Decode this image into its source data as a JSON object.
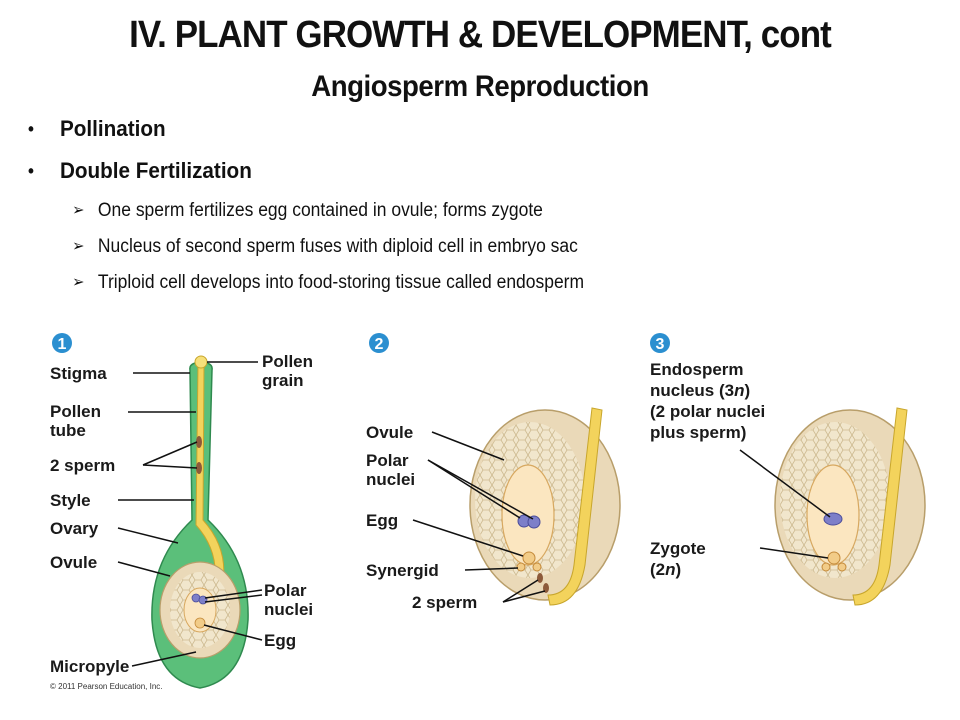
{
  "header": {
    "title": "IV.  PLANT GROWTH & DEVELOPMENT, cont",
    "subtitle": "Angiosperm Reproduction"
  },
  "bullets": [
    {
      "label": "Pollination"
    },
    {
      "label": "Double Fertilization",
      "subitems": [
        "One sperm fertilizes egg contained in ovule; forms zygote",
        "Nucleus of second sperm fuses with diploid cell in embryo sac",
        "Triploid cell develops into food-storing tissue called endosperm"
      ]
    }
  ],
  "figure": {
    "panel1": {
      "number": "1",
      "labels": {
        "stigma": "Stigma",
        "pollen_grain_1": "Pollen",
        "pollen_grain_2": "grain",
        "pollen_tube_1": "Pollen",
        "pollen_tube_2": "tube",
        "two_sperm": "2 sperm",
        "style": "Style",
        "ovary": "Ovary",
        "ovule": "Ovule",
        "polar_nuclei_1": "Polar",
        "polar_nuclei_2": "nuclei",
        "egg": "Egg",
        "micropyle": "Micropyle"
      }
    },
    "panel2": {
      "number": "2",
      "labels": {
        "ovule": "Ovule",
        "polar_nuclei_1": "Polar",
        "polar_nuclei_2": "nuclei",
        "egg": "Egg",
        "synergid": "Synergid",
        "two_sperm": "2 sperm"
      }
    },
    "panel3": {
      "number": "3",
      "labels": {
        "endosperm_1": "Endosperm",
        "endosperm_2": "nucleus (3",
        "endosperm_2_italic": "n",
        "endosperm_2_end": ")",
        "endosperm_3": "(2 polar nuclei",
        "endosperm_4": "plus sperm)",
        "zygote_1": "Zygote",
        "zygote_2": "(2",
        "zygote_2_italic": "n",
        "zygote_2_end": ")"
      }
    },
    "copyright": "© 2011 Pearson Education, Inc.",
    "colors": {
      "badge": "#2b8fd0",
      "ovary_green": "#5bbf7a",
      "ovule_tan": "#ead9b8",
      "embryo_sac": "#fbe6c0",
      "pollen_tube": "#f3d35c",
      "nuclei_purple": "#7d7fc9"
    }
  }
}
